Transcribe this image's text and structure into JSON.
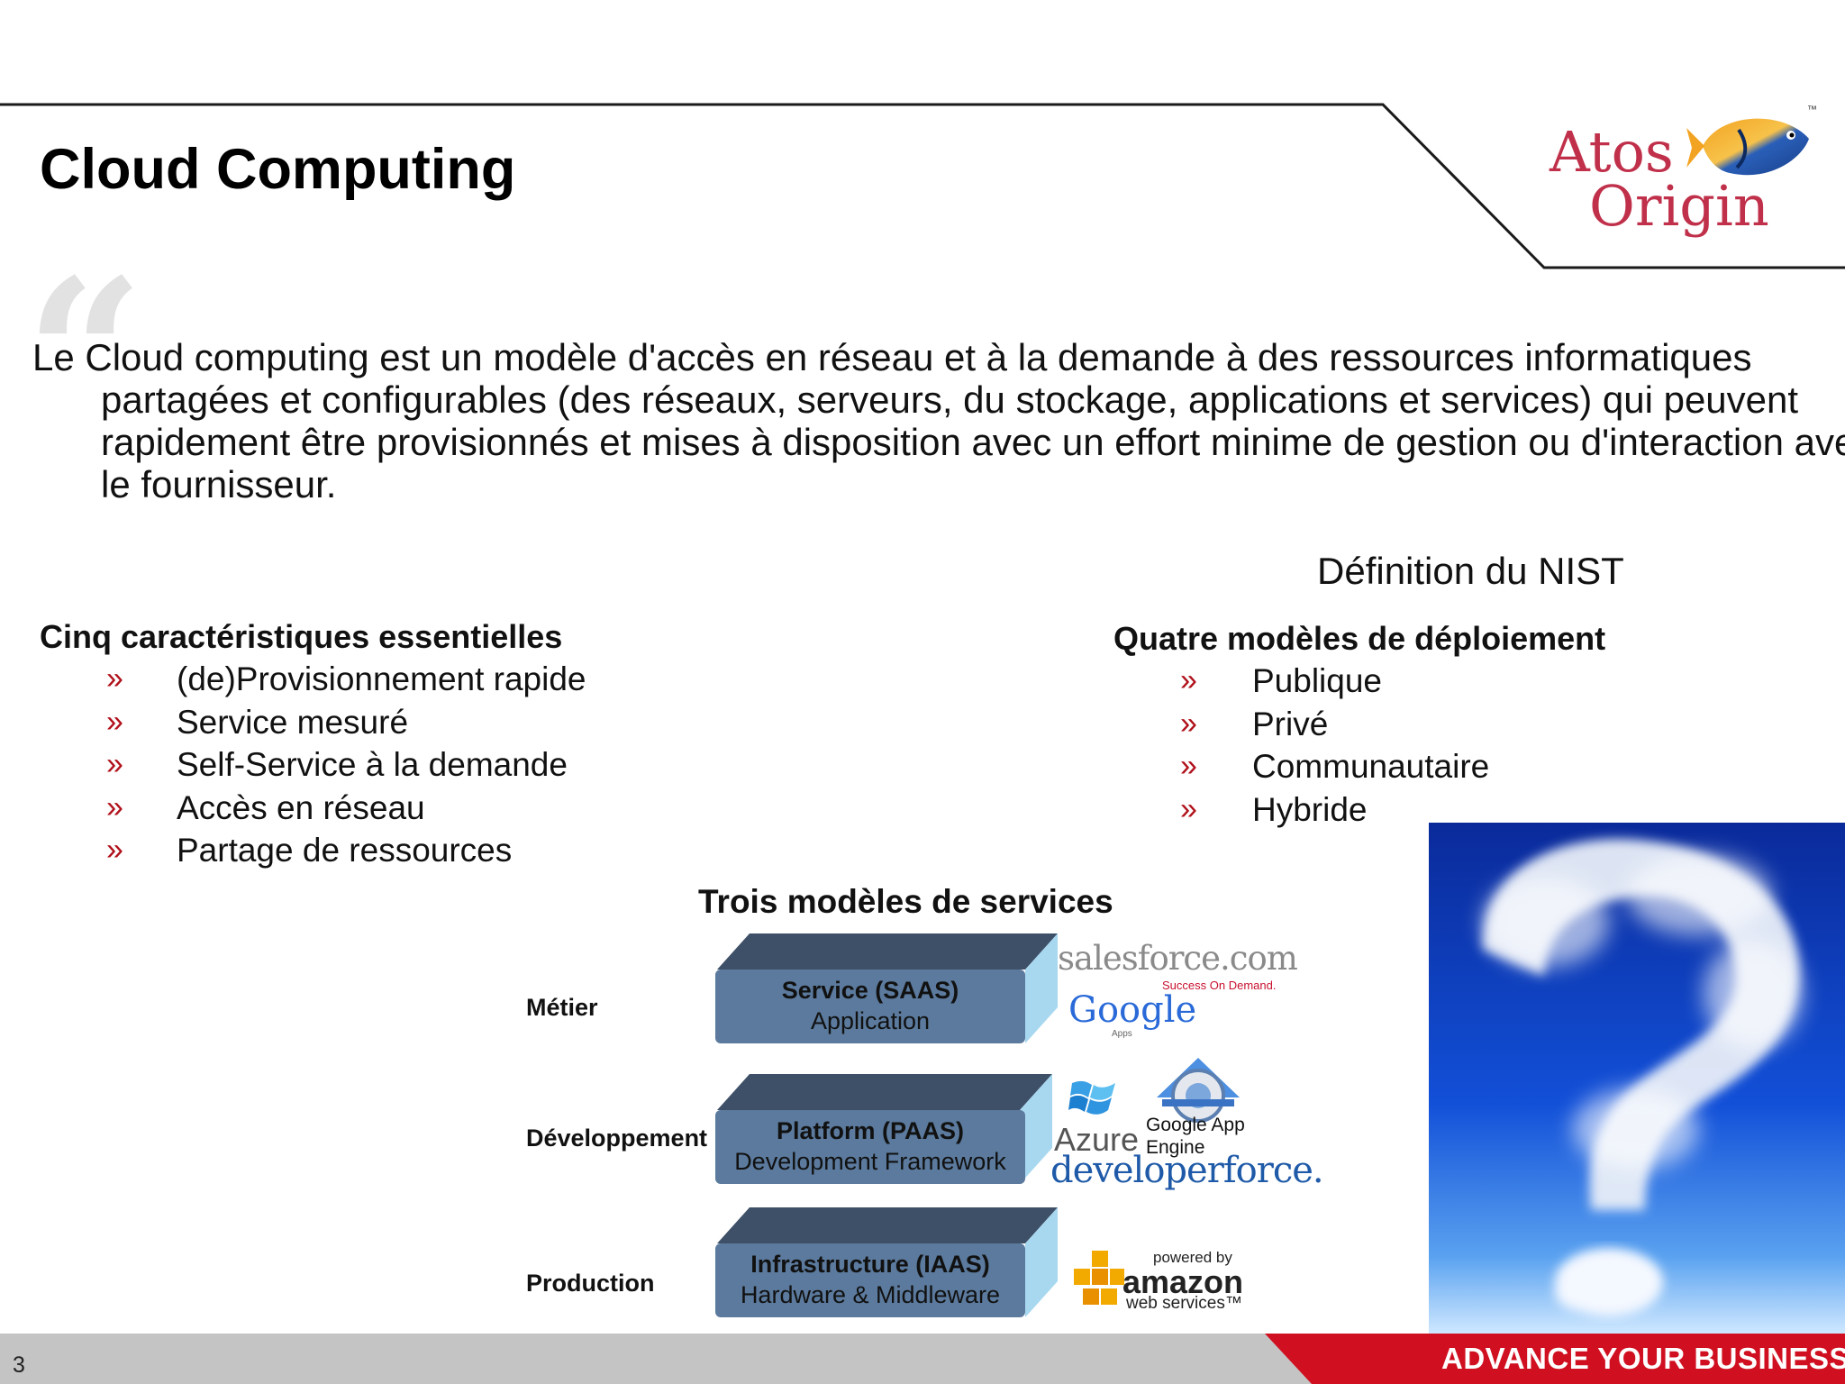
{
  "slide": {
    "title": "Cloud Computing",
    "logo": {
      "line1": "Atos",
      "line2": "Origin",
      "tm": "™"
    },
    "quote_glyph": "“",
    "definition": "Le Cloud computing est un modèle d'accès en réseau et à la demande à des ressources informatiques partagées et configurables (des réseaux, serveurs, du stockage, applications et services) qui peuvent rapidement être provisionnés et mises à disposition avec un effort minime de gestion ou d'interaction avec le fournisseur.",
    "source": "Définition du NIST",
    "bullet_glyph": "»",
    "characteristics": {
      "heading": "Cinq caractéristiques essentielles",
      "items": [
        "(de)Provisionnement rapide",
        "Service mesuré",
        "Self-Service à la demande",
        "Accès en réseau",
        "Partage de ressources"
      ]
    },
    "deployment": {
      "heading": "Quatre modèles de déploiement",
      "items": [
        "Publique",
        "Privé",
        "Communautaire",
        "Hybride"
      ]
    },
    "services": {
      "heading": "Trois modèles de services",
      "rows": [
        {
          "label": "Métier",
          "name": "Service (SAAS)",
          "desc": "Application",
          "vendors": [
            "salesforce.com",
            "Success On Demand.",
            "Google",
            "Apps"
          ]
        },
        {
          "label": "Développement",
          "name": "Platform (PAAS)",
          "desc": "Development Framework",
          "vendors": [
            "Azure",
            "Google App Engine",
            "developerforce."
          ]
        },
        {
          "label": "Production",
          "name": "Infrastructure (IAAS)",
          "desc": "Hardware & Middleware",
          "vendors": [
            "powered by",
            "amazon",
            "web services™"
          ]
        }
      ]
    },
    "footer": {
      "page_number": "3",
      "slogan": "ADVANCE YOUR BUSINESS »"
    },
    "colors": {
      "accent_red": "#c8102e",
      "block_blue": "#5b7a9d",
      "block_top": "#3e5068",
      "block_side": "#a8d8f0"
    }
  }
}
